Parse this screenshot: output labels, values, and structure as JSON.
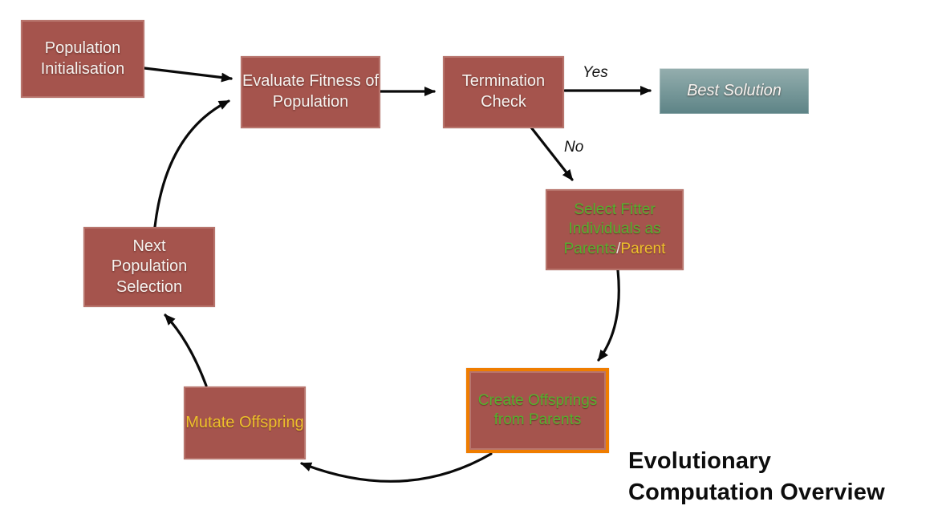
{
  "diagram": {
    "caption": {
      "line1": "Evolutionary",
      "line2": "Computation Overview"
    },
    "nodes": {
      "population_initialisation": {
        "label": "Population Initialisation"
      },
      "evaluate_fitness": {
        "label": "Evaluate Fitness of Population"
      },
      "termination_check": {
        "label": "Termination Check"
      },
      "best_solution": {
        "label": "Best Solution"
      },
      "select_fitter": {
        "line1": "Select Fitter",
        "line2": "Individuals as",
        "line3_green": "Parents",
        "line3_separator": "/",
        "line3_yellow": "Parent"
      },
      "create_offsprings": {
        "label": "Create Offsprings from Parents"
      },
      "mutate_offspring": {
        "label": "Mutate Offspring"
      },
      "next_population": {
        "label": "Next Population Selection"
      }
    },
    "edge_labels": {
      "yes": "Yes",
      "no": "No"
    },
    "colors": {
      "node_fill": "#a5544d",
      "node_text_white": "#f7f3f0",
      "green_text": "#55b02e",
      "yellow_text": "#eec12b",
      "orange_highlight_border": "#ef7d00",
      "best_solution_gradient_top": "#95aeae",
      "best_solution_gradient_bottom": "#5d8386",
      "arrow": "#0a0a0a",
      "background": "#ffffff",
      "caption_text": "#0d0d0d"
    }
  }
}
